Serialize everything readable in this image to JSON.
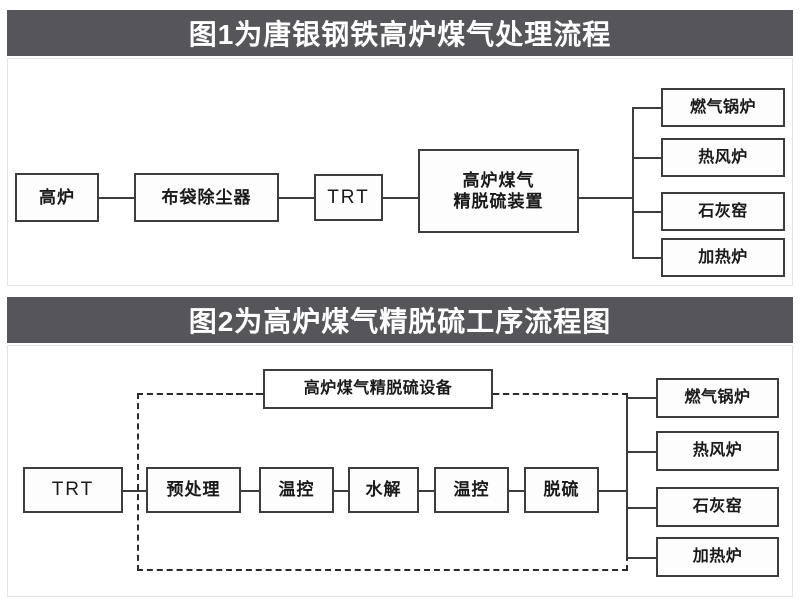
{
  "figure1": {
    "title": "图1为唐银钢铁高炉煤气处理流程",
    "title_bg": "#56565a",
    "title_color": "#ffffff",
    "nodes": {
      "blast_furnace": "高炉",
      "bag_filter": "布袋除尘器",
      "trt": "TRT",
      "desulf_unit": "高炉煤气\n精脱硫装置"
    },
    "outputs": [
      {
        "label": "燃气锅炉"
      },
      {
        "label": "热风炉"
      },
      {
        "label": "石灰窑"
      },
      {
        "label": "加热炉"
      }
    ]
  },
  "figure2": {
    "title": "图2为高炉煤气精脱硫工序流程图",
    "title_bg": "#56565a",
    "title_color": "#ffffff",
    "enclosure_label": "高炉煤气精脱硫设备",
    "nodes": {
      "trt": "TRT",
      "pretreatment": "预处理",
      "temp_control_1": "温控",
      "hydrolysis": "水解",
      "temp_control_2": "温控",
      "desulfurization": "脱硫"
    },
    "outputs": [
      {
        "label": "燃气锅炉"
      },
      {
        "label": "热风炉"
      },
      {
        "label": "石灰窑"
      },
      {
        "label": "加热炉"
      }
    ]
  },
  "style": {
    "box_border": "#3d3d3f",
    "box_fill": "#fdfdfd",
    "panel_border": "#e4e4e6",
    "text_color": "#1a1a1a"
  }
}
